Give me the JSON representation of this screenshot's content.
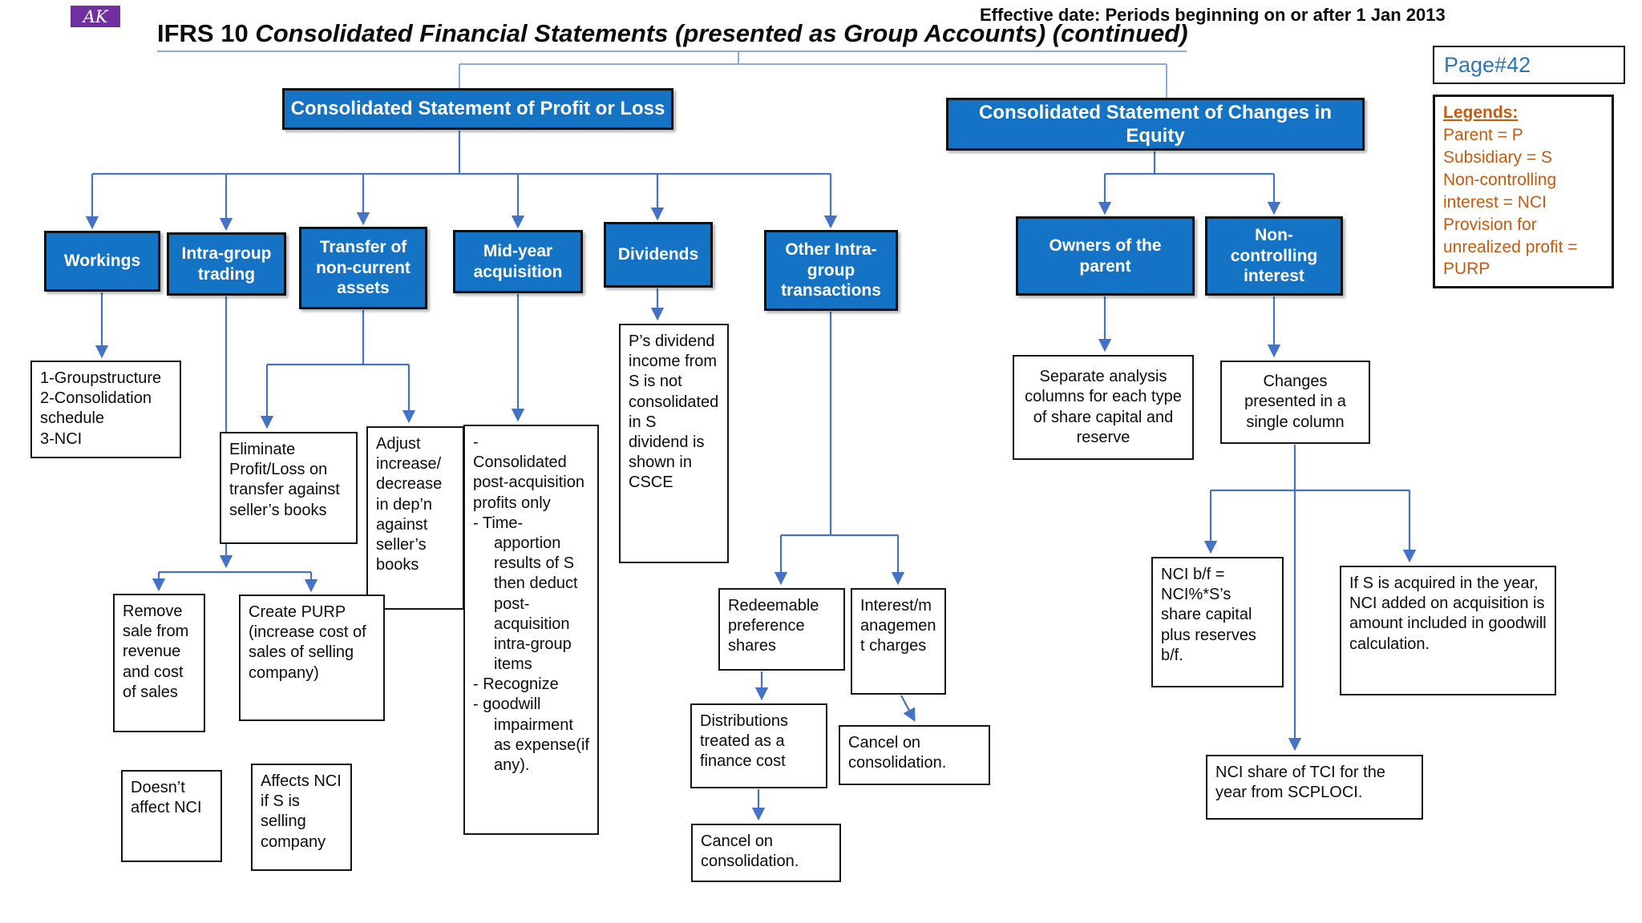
{
  "header": {
    "logo": "AK",
    "title_prefix": "IFRS 10",
    "title_rest": "Consolidated Financial Statements (presented as Group Accounts) (continued)",
    "effective_date": "Effective date: Periods beginning on or after 1 Jan 2013",
    "page": "Page#42"
  },
  "legends": {
    "heading": "Legends:",
    "items": [
      "Parent = P",
      "Subsidiary = S",
      "Non-controlling interest = NCI",
      "Provision for unrealized profit = PURP"
    ]
  },
  "colors": {
    "node_blue": "#1473C4",
    "arrow_blue": "#4472C4",
    "tree_blue": "#8FAADC",
    "legend_orange": "#C55A11",
    "page_blue": "#2E75B6",
    "logo_purple": "#7030A0"
  },
  "nodes": {
    "csopl": "Consolidated Statement of Profit or Loss",
    "cscie": "Consolidated Statement of Changes in Equity",
    "workings": "Workings",
    "intra_group": "Intra-group trading",
    "transfer_nca": "Transfer of non-current assets",
    "mid_year": "Mid-year acquisition",
    "dividends": "Dividends",
    "other_intra": "Other Intra-group transactions",
    "owners": "Owners of the parent",
    "nci": "Non-controlling interest",
    "workings_note": "1-Groupstructure\n2-Consolidation schedule\n3-NCI",
    "eliminate": "Eliminate Profit/Loss on transfer against seller’s books",
    "adjust": "Adjust increase/ decrease in dep’n against seller’s books",
    "midyear_lines": [
      "-",
      "Consolidated post-acquisition profits only",
      "-  Time-apportion results of  S then deduct post-acquisition intra-group items",
      "-   Recognize",
      "-  goodwill impairment as expense(if any)."
    ],
    "dividends_note": "P’s dividend income from S is not consolidated in S dividend is shown in CSCE",
    "remove_sale": "Remove sale from revenue and cost of  sales",
    "create_purp": "Create PURP (increase cost of sales of selling company)",
    "doesnt_affect": "Doesn’t affect NCI",
    "affects_nci": "Affects NCI if  S is selling company",
    "redeemable": "Redeemable preference shares",
    "interest_mgmt": "Interest/management charges",
    "distributions": "Distributions treated as a finance cost",
    "cancel_1": "Cancel on consolidation.",
    "cancel_2": "Cancel on consolidation.",
    "separate_analysis": "Separate analysis columns for each type of share capital and reserve",
    "changes_single": "Changes presented in a single column",
    "nci_bf": "NCI b/f = NCI%*S’s share capital plus reserves b/f.",
    "if_s_acquired": "If S is acquired in the year, NCI added on acquisition is amount included in goodwill calculation.",
    "nci_share_tci": "NCI  share of  TCI for the year from SCPLOCI."
  }
}
